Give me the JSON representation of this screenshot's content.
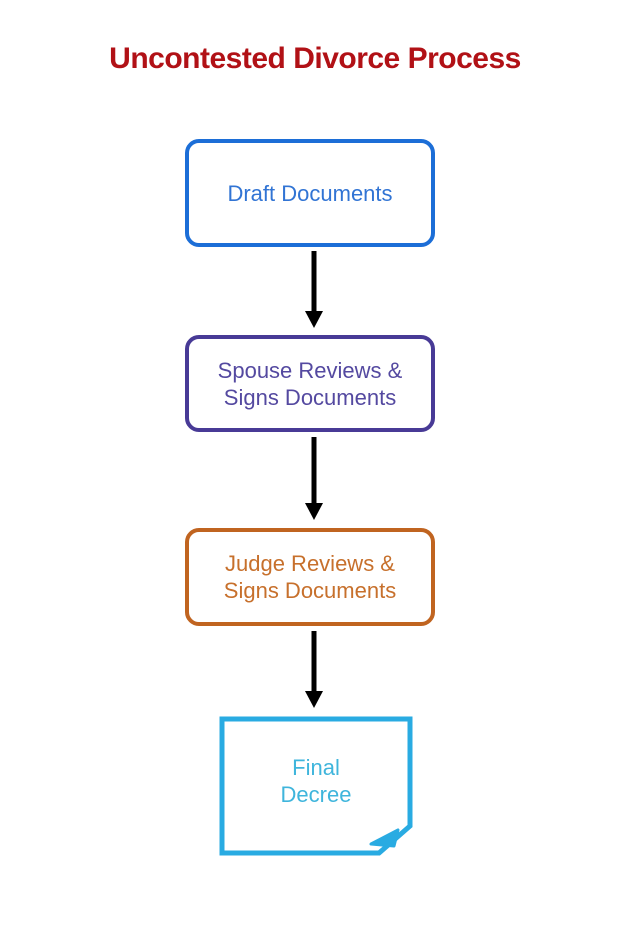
{
  "page": {
    "background_color": "#ffffff",
    "title": {
      "text": "Uncontested Divorce Process",
      "color": "#b11116"
    }
  },
  "flowchart": {
    "arrow_color": "#000000",
    "nodes": [
      {
        "id": "draft-documents",
        "shape": "rounded-rectangle",
        "border_color": "#1c6ed7",
        "text_color": "#3174d4",
        "lines": [
          "Draft Documents"
        ]
      },
      {
        "id": "spouse-reviews-signs-documents",
        "shape": "rounded-rectangle",
        "border_color": "#483a96",
        "text_color": "#5449a0",
        "lines": [
          "Spouse Reviews &",
          "Signs Documents"
        ]
      },
      {
        "id": "judge-reviews-signs-documents",
        "shape": "rounded-rectangle",
        "border_color": "#c06420",
        "text_color": "#c7702c",
        "lines": [
          "Judge Reviews &",
          "Signs Documents"
        ]
      },
      {
        "id": "final-decree",
        "shape": "note-folded-corner",
        "border_color": "#29abe2",
        "text_color": "#3fb5dc",
        "lines": [
          "Final",
          "Decree"
        ]
      }
    ],
    "connectors": [
      {
        "from": "draft-documents",
        "to": "spouse-reviews-signs-documents",
        "style": "straight-arrow-down"
      },
      {
        "from": "spouse-reviews-signs-documents",
        "to": "judge-reviews-signs-documents",
        "style": "straight-arrow-down"
      },
      {
        "from": "judge-reviews-signs-documents",
        "to": "final-decree",
        "style": "straight-arrow-down"
      }
    ]
  }
}
